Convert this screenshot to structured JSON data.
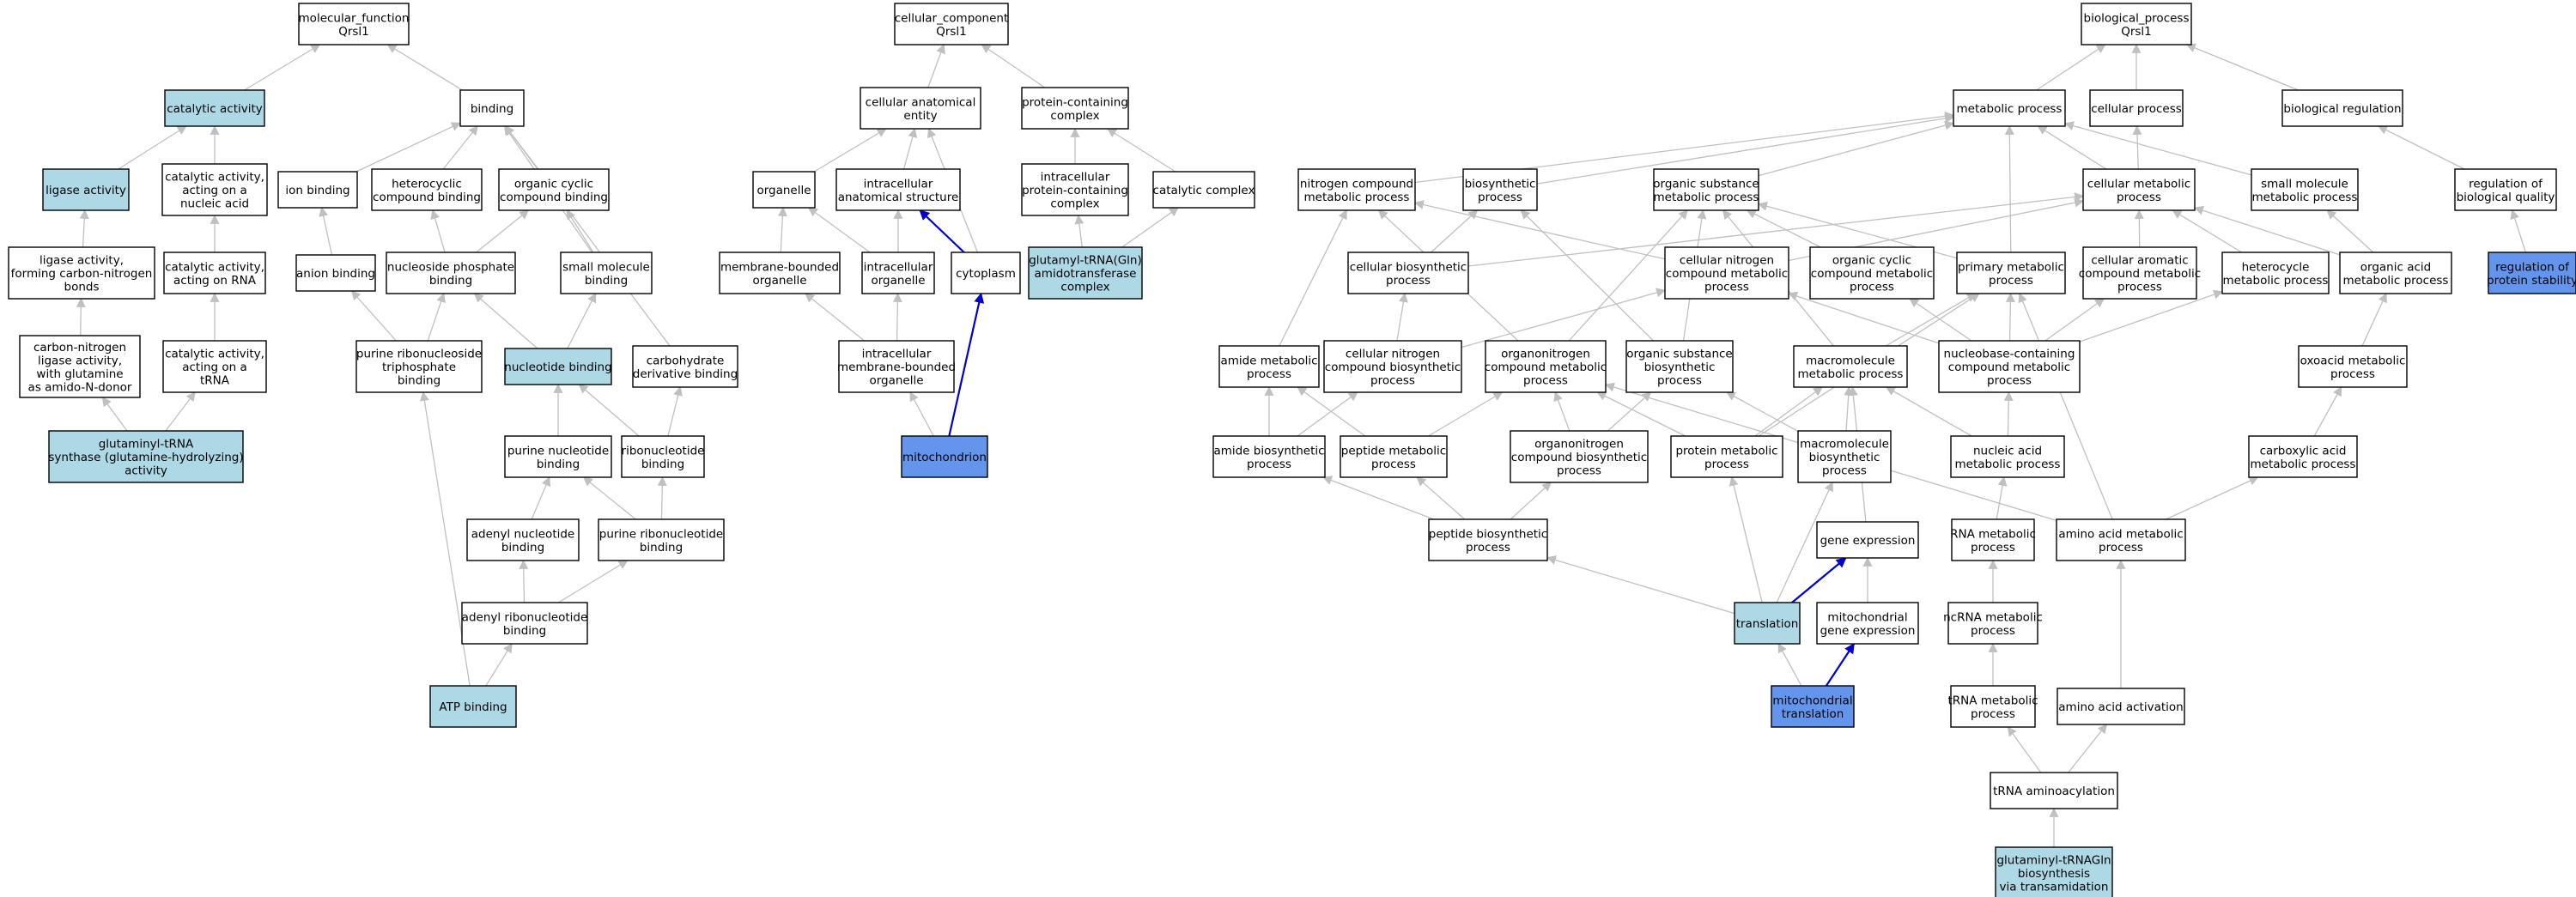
{
  "colors": {
    "plain": "#ffffff",
    "direct": "#add8e6",
    "focus": "#6495ed",
    "edge": "#c0c0c0",
    "edge_strong": "#0000cd"
  },
  "nodes": [
    {
      "id": "mf",
      "lines": [
        "molecular_function",
        "Qrsl1"
      ],
      "fill": "plain"
    },
    {
      "id": "cat",
      "lines": [
        "catalytic activity"
      ],
      "fill": "direct"
    },
    {
      "id": "bind",
      "lines": [
        "binding"
      ],
      "fill": "plain"
    },
    {
      "id": "lig",
      "lines": [
        "ligase activity"
      ],
      "fill": "direct"
    },
    {
      "id": "canuc",
      "lines": [
        "catalytic activity,",
        "acting on a",
        "nucleic acid"
      ],
      "fill": "plain"
    },
    {
      "id": "ionb",
      "lines": [
        "ion binding"
      ],
      "fill": "plain"
    },
    {
      "id": "hetb",
      "lines": [
        "heterocyclic",
        "compound binding"
      ],
      "fill": "plain"
    },
    {
      "id": "orgb",
      "lines": [
        "organic cyclic",
        "compound binding"
      ],
      "fill": "plain"
    },
    {
      "id": "ligcn",
      "lines": [
        "ligase activity,",
        "forming carbon-nitrogen",
        "bonds"
      ],
      "fill": "plain"
    },
    {
      "id": "carna",
      "lines": [
        "catalytic activity,",
        "acting on RNA"
      ],
      "fill": "plain"
    },
    {
      "id": "anb",
      "lines": [
        "anion binding"
      ],
      "fill": "plain"
    },
    {
      "id": "nsb",
      "lines": [
        "nucleoside phosphate",
        "binding"
      ],
      "fill": "plain"
    },
    {
      "id": "smb",
      "lines": [
        "small molecule",
        "binding"
      ],
      "fill": "plain"
    },
    {
      "id": "cnlig",
      "lines": [
        "carbon-nitrogen",
        "ligase activity,",
        "with glutamine",
        "as amido-N-donor"
      ],
      "fill": "plain"
    },
    {
      "id": "catrna",
      "lines": [
        "catalytic activity,",
        "acting on a",
        "tRNA"
      ],
      "fill": "plain"
    },
    {
      "id": "prntb",
      "lines": [
        "purine ribonucleoside",
        "triphosphate",
        "binding"
      ],
      "fill": "plain"
    },
    {
      "id": "nucb",
      "lines": [
        "nucleotide binding"
      ],
      "fill": "direct"
    },
    {
      "id": "cdb",
      "lines": [
        "carbohydrate",
        "derivative binding"
      ],
      "fill": "plain"
    },
    {
      "id": "glu",
      "lines": [
        "glutaminyl-tRNA",
        "synthase (glutamine-hydrolyzing)",
        "activity"
      ],
      "fill": "direct"
    },
    {
      "id": "pnb",
      "lines": [
        "purine nucleotide",
        "binding"
      ],
      "fill": "plain"
    },
    {
      "id": "rnb",
      "lines": [
        "ribonucleotide",
        "binding"
      ],
      "fill": "plain"
    },
    {
      "id": "adnb",
      "lines": [
        "adenyl nucleotide",
        "binding"
      ],
      "fill": "plain"
    },
    {
      "id": "prnb",
      "lines": [
        "purine ribonucleotide",
        "binding"
      ],
      "fill": "plain"
    },
    {
      "id": "adrnb",
      "lines": [
        "adenyl ribonucleotide",
        "binding"
      ],
      "fill": "plain"
    },
    {
      "id": "atp",
      "lines": [
        "ATP binding"
      ],
      "fill": "direct"
    },
    {
      "id": "cc",
      "lines": [
        "cellular_component",
        "Qrsl1"
      ],
      "fill": "plain"
    },
    {
      "id": "cae",
      "lines": [
        "cellular anatomical",
        "entity"
      ],
      "fill": "plain"
    },
    {
      "id": "pcc",
      "lines": [
        "protein-containing",
        "complex"
      ],
      "fill": "plain"
    },
    {
      "id": "org",
      "lines": [
        "organelle"
      ],
      "fill": "plain"
    },
    {
      "id": "ias",
      "lines": [
        "intracellular",
        "anatomical structure"
      ],
      "fill": "plain"
    },
    {
      "id": "ipcc",
      "lines": [
        "intracellular",
        "protein-containing",
        "complex"
      ],
      "fill": "plain"
    },
    {
      "id": "catc",
      "lines": [
        "catalytic complex"
      ],
      "fill": "plain"
    },
    {
      "id": "mbo",
      "lines": [
        "membrane-bounded",
        "organelle"
      ],
      "fill": "plain"
    },
    {
      "id": "io",
      "lines": [
        "intracellular",
        "organelle"
      ],
      "fill": "plain"
    },
    {
      "id": "cyto",
      "lines": [
        "cytoplasm"
      ],
      "fill": "plain"
    },
    {
      "id": "gat",
      "lines": [
        "glutamyl-tRNA(Gln)",
        "amidotransferase",
        "complex"
      ],
      "fill": "direct"
    },
    {
      "id": "imbo",
      "lines": [
        "intracellular",
        "membrane-bounded",
        "organelle"
      ],
      "fill": "plain"
    },
    {
      "id": "mito",
      "lines": [
        "mitochondrion"
      ],
      "fill": "focus"
    },
    {
      "id": "bp",
      "lines": [
        "biological_process",
        "Qrsl1"
      ],
      "fill": "plain"
    },
    {
      "id": "mp",
      "lines": [
        "metabolic process"
      ],
      "fill": "plain"
    },
    {
      "id": "cp",
      "lines": [
        "cellular process"
      ],
      "fill": "plain"
    },
    {
      "id": "br",
      "lines": [
        "biological regulation"
      ],
      "fill": "plain"
    },
    {
      "id": "ncmp",
      "lines": [
        "nitrogen compound",
        "metabolic process"
      ],
      "fill": "plain"
    },
    {
      "id": "bsp",
      "lines": [
        "biosynthetic",
        "process"
      ],
      "fill": "plain"
    },
    {
      "id": "osmp",
      "lines": [
        "organic substance",
        "metabolic process"
      ],
      "fill": "plain"
    },
    {
      "id": "cmp",
      "lines": [
        "cellular metabolic",
        "process"
      ],
      "fill": "plain"
    },
    {
      "id": "smmp",
      "lines": [
        "small molecule",
        "metabolic process"
      ],
      "fill": "plain"
    },
    {
      "id": "rbq",
      "lines": [
        "regulation of",
        "biological quality"
      ],
      "fill": "plain"
    },
    {
      "id": "cbp",
      "lines": [
        "cellular biosynthetic",
        "process"
      ],
      "fill": "plain"
    },
    {
      "id": "cncmp",
      "lines": [
        "cellular nitrogen",
        "compound metabolic",
        "process"
      ],
      "fill": "plain"
    },
    {
      "id": "occmp",
      "lines": [
        "organic cyclic",
        "compound metabolic",
        "process"
      ],
      "fill": "plain"
    },
    {
      "id": "pmp",
      "lines": [
        "primary metabolic",
        "process"
      ],
      "fill": "plain"
    },
    {
      "id": "cacmp",
      "lines": [
        "cellular aromatic",
        "compound metabolic",
        "process"
      ],
      "fill": "plain"
    },
    {
      "id": "hmp",
      "lines": [
        "heterocycle",
        "metabolic process"
      ],
      "fill": "plain"
    },
    {
      "id": "oamp",
      "lines": [
        "organic acid",
        "metabolic process"
      ],
      "fill": "plain"
    },
    {
      "id": "rps",
      "lines": [
        "regulation of",
        "protein stability"
      ],
      "fill": "focus"
    },
    {
      "id": "amp",
      "lines": [
        "amide metabolic",
        "process"
      ],
      "fill": "plain"
    },
    {
      "id": "cncbp",
      "lines": [
        "cellular nitrogen",
        "compound biosynthetic",
        "process"
      ],
      "fill": "plain"
    },
    {
      "id": "oncmp",
      "lines": [
        "organonitrogen",
        "compound metabolic",
        "process"
      ],
      "fill": "plain"
    },
    {
      "id": "osbp",
      "lines": [
        "organic substance",
        "biosynthetic",
        "process"
      ],
      "fill": "plain"
    },
    {
      "id": "macmp",
      "lines": [
        "macromolecule",
        "metabolic process"
      ],
      "fill": "plain"
    },
    {
      "id": "nbcmp",
      "lines": [
        "nucleobase-containing",
        "compound metabolic",
        "process"
      ],
      "fill": "plain"
    },
    {
      "id": "oxmp",
      "lines": [
        "oxoacid metabolic",
        "process"
      ],
      "fill": "plain"
    },
    {
      "id": "abp",
      "lines": [
        "amide biosynthetic",
        "process"
      ],
      "fill": "plain"
    },
    {
      "id": "pepmp",
      "lines": [
        "peptide metabolic",
        "process"
      ],
      "fill": "plain"
    },
    {
      "id": "oncbp",
      "lines": [
        "organonitrogen",
        "compound biosynthetic",
        "process"
      ],
      "fill": "plain"
    },
    {
      "id": "protmp",
      "lines": [
        "protein metabolic",
        "process"
      ],
      "fill": "plain"
    },
    {
      "id": "macbp",
      "lines": [
        "macromolecule",
        "biosynthetic",
        "process"
      ],
      "fill": "plain"
    },
    {
      "id": "namp",
      "lines": [
        "nucleic acid",
        "metabolic process"
      ],
      "fill": "plain"
    },
    {
      "id": "camp",
      "lines": [
        "carboxylic acid",
        "metabolic process"
      ],
      "fill": "plain"
    },
    {
      "id": "pepbp",
      "lines": [
        "peptide biosynthetic",
        "process"
      ],
      "fill": "plain"
    },
    {
      "id": "ge",
      "lines": [
        "gene expression"
      ],
      "fill": "plain"
    },
    {
      "id": "rnamp",
      "lines": [
        "RNA metabolic",
        "process"
      ],
      "fill": "plain"
    },
    {
      "id": "aamp",
      "lines": [
        "amino acid metabolic",
        "process"
      ],
      "fill": "plain"
    },
    {
      "id": "trl",
      "lines": [
        "translation"
      ],
      "fill": "direct"
    },
    {
      "id": "mge",
      "lines": [
        "mitochondrial",
        "gene expression"
      ],
      "fill": "plain"
    },
    {
      "id": "ncrna",
      "lines": [
        "ncRNA metabolic",
        "process"
      ],
      "fill": "plain"
    },
    {
      "id": "mtrl",
      "lines": [
        "mitochondrial",
        "translation"
      ],
      "fill": "focus"
    },
    {
      "id": "trnamp",
      "lines": [
        "tRNA metabolic",
        "process"
      ],
      "fill": "plain"
    },
    {
      "id": "aaact",
      "lines": [
        "amino acid activation"
      ],
      "fill": "plain"
    },
    {
      "id": "trnaa",
      "lines": [
        "tRNA aminoacylation"
      ],
      "fill": "plain"
    },
    {
      "id": "gtb",
      "lines": [
        "glutaminyl-tRNAGln",
        "biosynthesis",
        "via transamidation"
      ],
      "fill": "direct"
    }
  ],
  "edges": [
    [
      "cat",
      "mf"
    ],
    [
      "bind",
      "mf"
    ],
    [
      "lig",
      "cat"
    ],
    [
      "canuc",
      "cat"
    ],
    [
      "ionb",
      "bind"
    ],
    [
      "hetb",
      "bind"
    ],
    [
      "orgb",
      "bind"
    ],
    [
      "smb",
      "bind"
    ],
    [
      "cdb",
      "bind"
    ],
    [
      "ligcn",
      "lig"
    ],
    [
      "carna",
      "canuc"
    ],
    [
      "anb",
      "ionb"
    ],
    [
      "nsb",
      "hetb"
    ],
    [
      "nsb",
      "orgb"
    ],
    [
      "smb",
      "orgb"
    ],
    [
      "cnlig",
      "ligcn"
    ],
    [
      "catrna",
      "carna"
    ],
    [
      "prntb",
      "anb"
    ],
    [
      "prntb",
      "nsb"
    ],
    [
      "nucb",
      "nsb"
    ],
    [
      "nucb",
      "smb"
    ],
    [
      "glu",
      "cnlig"
    ],
    [
      "glu",
      "catrna"
    ],
    [
      "pnb",
      "nucb"
    ],
    [
      "rnb",
      "nucb"
    ],
    [
      "rnb",
      "cdb"
    ],
    [
      "adnb",
      "pnb"
    ],
    [
      "prnb",
      "pnb"
    ],
    [
      "prnb",
      "rnb"
    ],
    [
      "adrnb",
      "adnb"
    ],
    [
      "adrnb",
      "prnb"
    ],
    [
      "atp",
      "prntb"
    ],
    [
      "atp",
      "adrnb"
    ],
    [
      "cae",
      "cc"
    ],
    [
      "pcc",
      "cc"
    ],
    [
      "org",
      "cae"
    ],
    [
      "ias",
      "cae"
    ],
    [
      "cyto",
      "cae"
    ],
    [
      "ipcc",
      "pcc"
    ],
    [
      "catc",
      "pcc"
    ],
    [
      "mbo",
      "org"
    ],
    [
      "io",
      "org"
    ],
    [
      "io",
      "ias"
    ],
    [
      "gat",
      "ipcc"
    ],
    [
      "gat",
      "catc"
    ],
    [
      "imbo",
      "mbo"
    ],
    [
      "imbo",
      "io"
    ],
    [
      "mito",
      "imbo"
    ],
    [
      "cyto",
      "ias",
      "strong"
    ],
    [
      "mito",
      "cyto",
      "strong"
    ],
    [
      "mp",
      "bp"
    ],
    [
      "cp",
      "bp"
    ],
    [
      "br",
      "bp"
    ],
    [
      "ncmp",
      "mp"
    ],
    [
      "bsp",
      "mp"
    ],
    [
      "osmp",
      "mp"
    ],
    [
      "cmp",
      "mp"
    ],
    [
      "cmp",
      "cp"
    ],
    [
      "smmp",
      "mp"
    ],
    [
      "rbq",
      "br"
    ],
    [
      "pmp",
      "mp"
    ],
    [
      "cbp",
      "bsp"
    ],
    [
      "cbp",
      "cmp"
    ],
    [
      "cncmp",
      "ncmp"
    ],
    [
      "cncmp",
      "cmp"
    ],
    [
      "occmp",
      "osmp"
    ],
    [
      "pmp",
      "osmp"
    ],
    [
      "cacmp",
      "cmp"
    ],
    [
      "hmp",
      "cmp"
    ],
    [
      "oamp",
      "cmp"
    ],
    [
      "oamp",
      "smmp"
    ],
    [
      "rps",
      "rbq"
    ],
    [
      "amp",
      "ncmp"
    ],
    [
      "cncbp",
      "cbp"
    ],
    [
      "cncbp",
      "cncmp"
    ],
    [
      "oncmp",
      "ncmp"
    ],
    [
      "oncmp",
      "osmp"
    ],
    [
      "osbp",
      "osmp"
    ],
    [
      "osbp",
      "bsp"
    ],
    [
      "macmp",
      "osmp"
    ],
    [
      "macmp",
      "pmp"
    ],
    [
      "nbcmp",
      "cncmp"
    ],
    [
      "nbcmp",
      "occmp"
    ],
    [
      "nbcmp",
      "cacmp"
    ],
    [
      "nbcmp",
      "hmp"
    ],
    [
      "nbcmp",
      "pmp"
    ],
    [
      "oxmp",
      "oamp"
    ],
    [
      "abp",
      "amp"
    ],
    [
      "abp",
      "cncbp"
    ],
    [
      "pepmp",
      "amp"
    ],
    [
      "pepmp",
      "oncmp"
    ],
    [
      "oncbp",
      "oncmp"
    ],
    [
      "oncbp",
      "osbp"
    ],
    [
      "protmp",
      "oncmp"
    ],
    [
      "protmp",
      "macmp"
    ],
    [
      "protmp",
      "pmp"
    ],
    [
      "macbp",
      "macmp"
    ],
    [
      "macbp",
      "osbp"
    ],
    [
      "namp",
      "nbcmp"
    ],
    [
      "namp",
      "macmp"
    ],
    [
      "camp",
      "oxmp"
    ],
    [
      "pepbp",
      "abp"
    ],
    [
      "pepbp",
      "pepmp"
    ],
    [
      "pepbp",
      "oncbp"
    ],
    [
      "ge",
      "macmp"
    ],
    [
      "rnamp",
      "namp"
    ],
    [
      "aamp",
      "camp"
    ],
    [
      "aamp",
      "oncmp"
    ],
    [
      "aamp",
      "pmp"
    ],
    [
      "trl",
      "pepbp"
    ],
    [
      "trl",
      "protmp"
    ],
    [
      "trl",
      "macbp"
    ],
    [
      "trl",
      "ge",
      "strong"
    ],
    [
      "mge",
      "ge"
    ],
    [
      "ncrna",
      "rnamp"
    ],
    [
      "mtrl",
      "trl"
    ],
    [
      "mtrl",
      "mge",
      "strong"
    ],
    [
      "trnamp",
      "ncrna"
    ],
    [
      "aaact",
      "aamp"
    ],
    [
      "trnaa",
      "trnamp"
    ],
    [
      "trnaa",
      "aaact"
    ],
    [
      "gtb",
      "trnaa"
    ]
  ]
}
